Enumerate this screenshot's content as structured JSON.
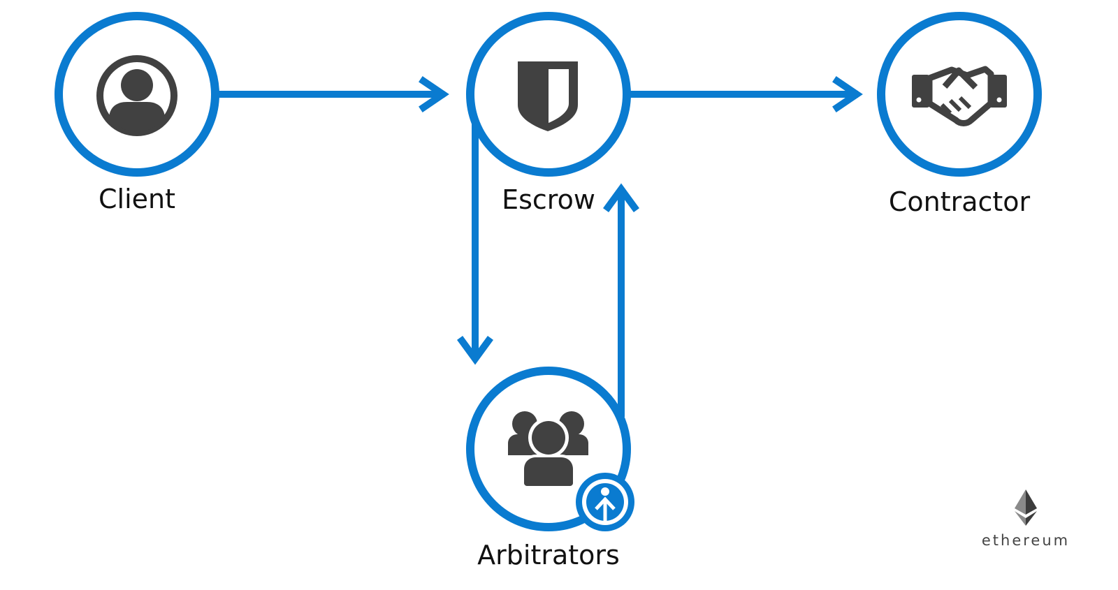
{
  "diagram": {
    "accent_color": "#0a7bd0",
    "icon_color": "#414141",
    "nodes": {
      "client": {
        "label": "Client",
        "icon": "user-circle-icon"
      },
      "escrow": {
        "label": "Escrow",
        "icon": "shield-icon"
      },
      "contractor": {
        "label": "Contractor",
        "icon": "handshake-icon"
      },
      "arbitrators": {
        "label": "Arbitrators",
        "icon": "group-icon",
        "badge_icon": "person-up-arrow-icon"
      }
    },
    "edges": [
      {
        "from": "Client",
        "to": "Escrow"
      },
      {
        "from": "Escrow",
        "to": "Contractor"
      },
      {
        "from": "Escrow",
        "to": "Arbitrators"
      },
      {
        "from": "Arbitrators",
        "to": "Escrow"
      }
    ]
  },
  "branding": {
    "logo_icon": "ethereum-diamond-icon",
    "text": "ethereum"
  }
}
